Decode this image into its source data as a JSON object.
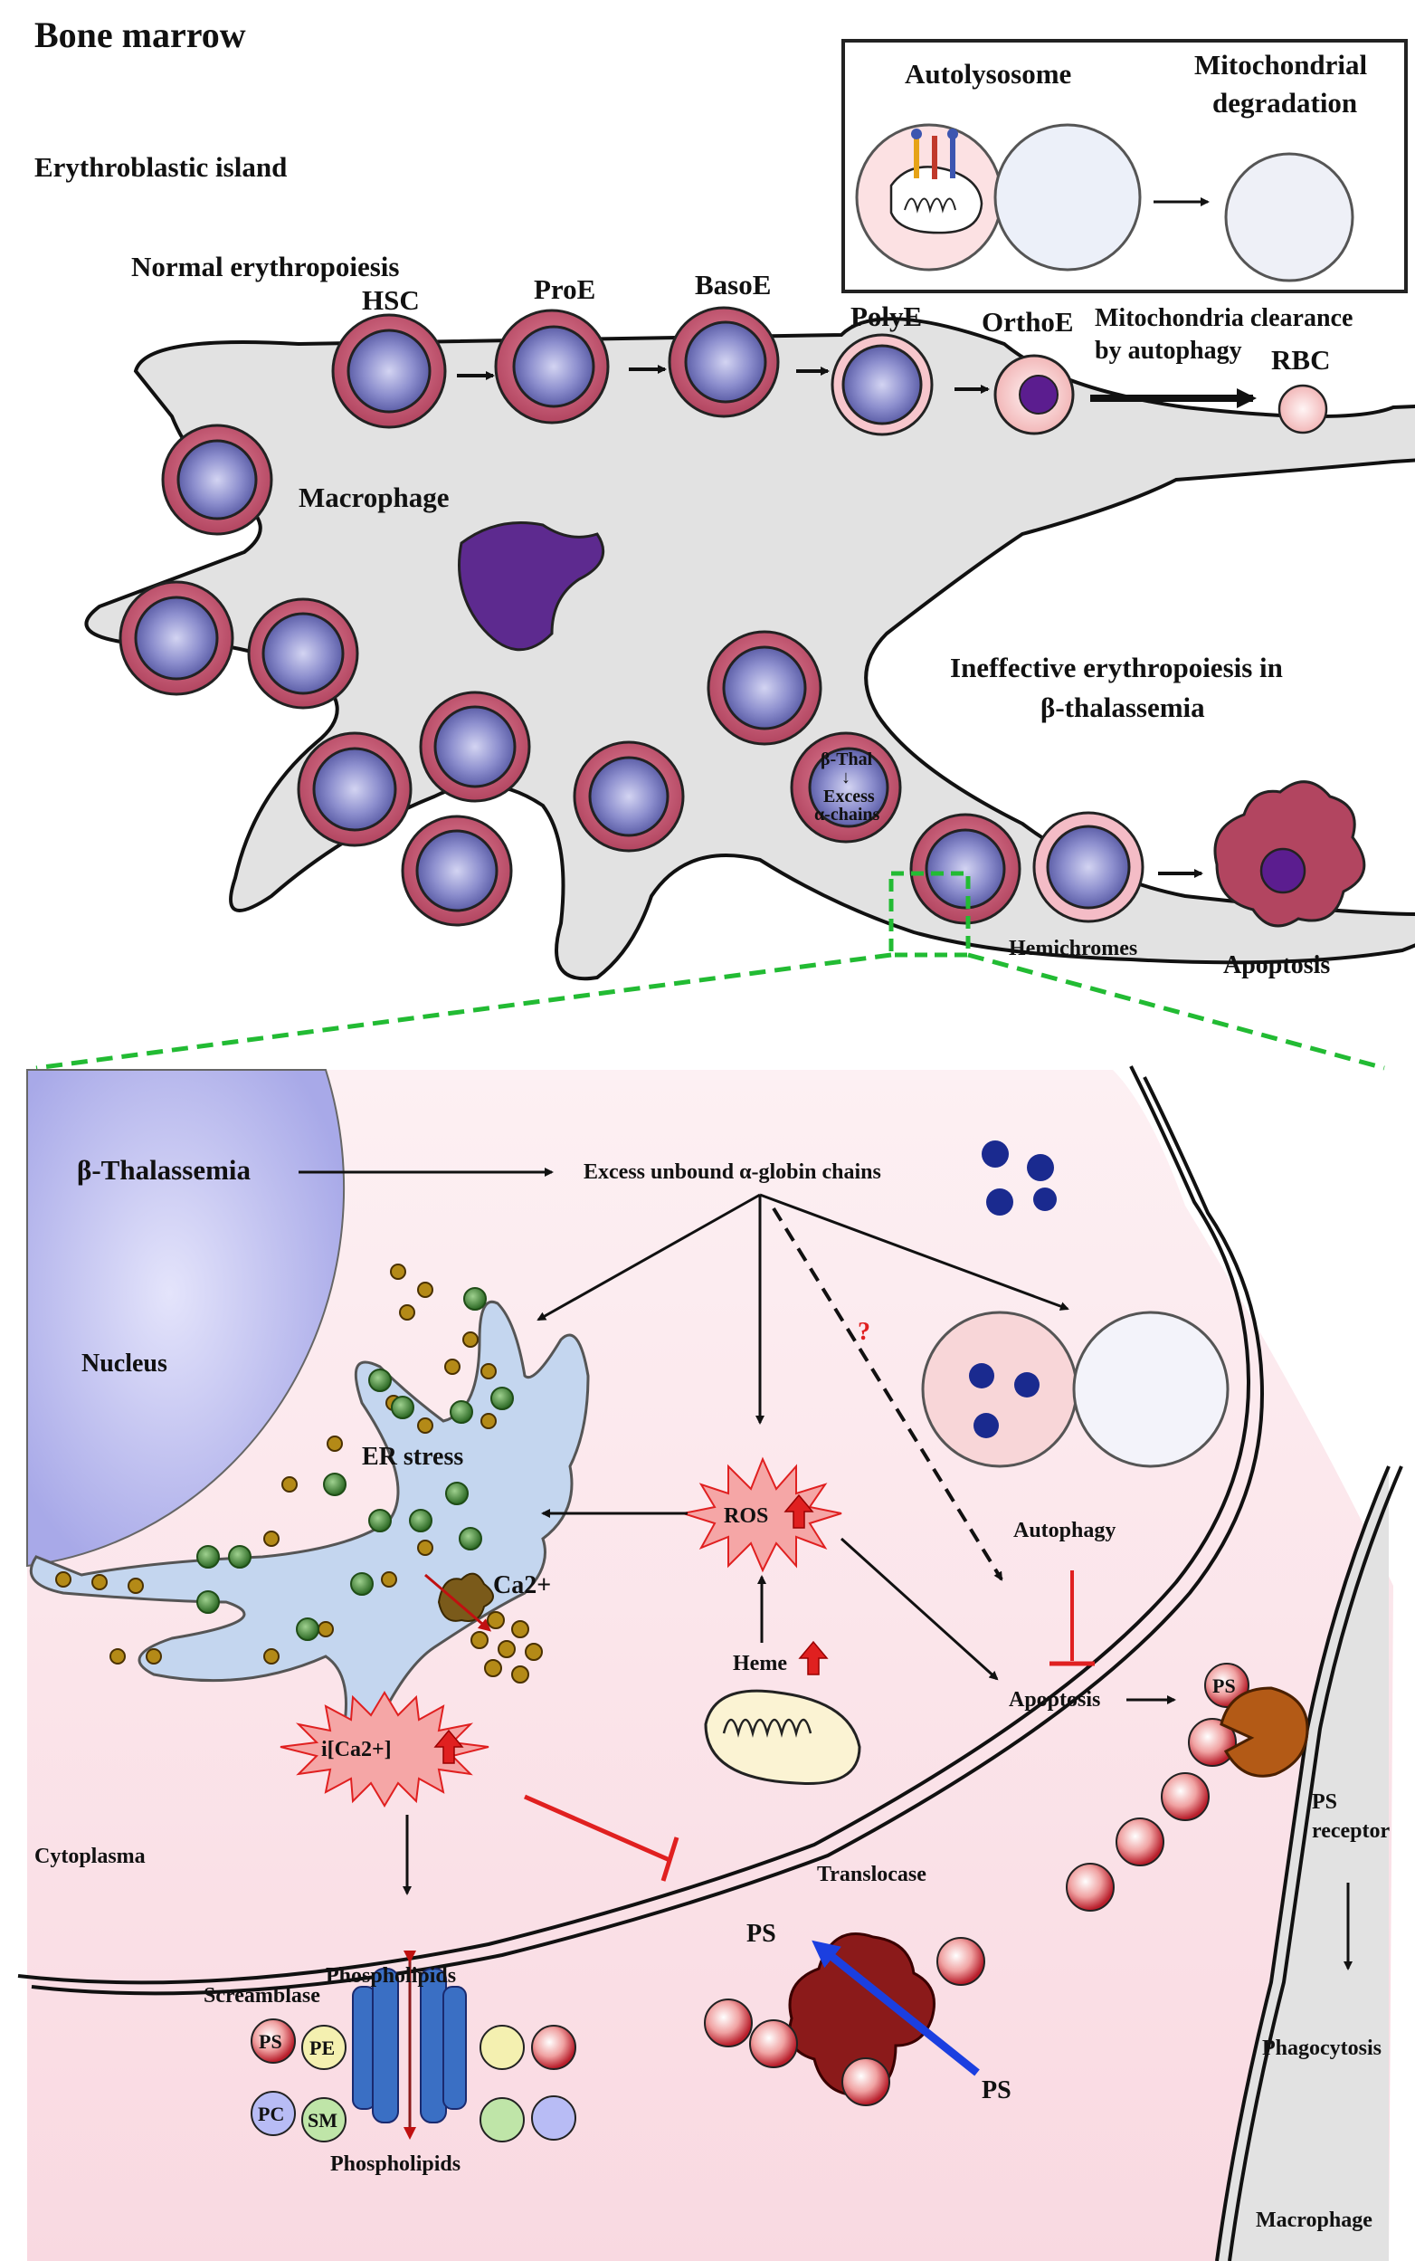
{
  "top": {
    "title": "Bone marrow",
    "island": "Erythroblastic island",
    "normal": "Normal erythropoiesis",
    "macrophage": "Macrophage",
    "stages": [
      "HSC",
      "ProE",
      "BasoE",
      "PolyE",
      "OrthoE",
      "RBC"
    ],
    "mito_clear_1": "Mitochondria clearance",
    "mito_clear_2": "by autophagy",
    "inset_left": "Autolysosome",
    "inset_right_1": "Mitochondrial",
    "inset_right_2": "degradation",
    "ineffective_1": "Ineffective erythropoiesis in",
    "ineffective_2": "β-thalassemia",
    "cell_thal_1": "β-Thal",
    "cell_thal_2": "↓",
    "cell_thal_3": "Excess",
    "cell_thal_4": "α-chains",
    "hemichromes": "Hemichromes",
    "apoptosis": "Apoptosis"
  },
  "bottom": {
    "beta_thal": "β-Thalassemia",
    "excess_chains": "Excess unbound α-globin chains",
    "question": "?",
    "nucleus": "Nucleus",
    "er_stress": "ER stress",
    "ca": "Ca2+",
    "ros": "ROS",
    "heme": "Heme",
    "autophagy": "Autophagy",
    "apoptosis": "Apoptosis",
    "ica": "i[Ca2+]",
    "cytoplasma": "Cytoplasma",
    "translocase": "Translocase",
    "ps": "PS",
    "ps_receptor_1": "PS",
    "ps_receptor_2": "receptor",
    "phagocytosis": "Phagocytosis",
    "macrophage": "Macrophage",
    "phospholipids_top": "Phospholipids",
    "phospholipids_bottom": "Phospholipids",
    "scramblase": "Screamblase",
    "lipids": [
      "PS",
      "PE",
      "PC",
      "SM"
    ]
  },
  "colors": {
    "macrophage_body": "#e2e2e2",
    "erythroblast": "#c45872",
    "nucleus": "#7275b8",
    "cytoplasm": "#fbe4ea",
    "ros_burst": "#f5a6a6",
    "arrow_red": "#e02020",
    "dashed_green": "#22bb33",
    "membrane_blue": "#3a6fc4",
    "translocase": "#8b1a1a"
  }
}
